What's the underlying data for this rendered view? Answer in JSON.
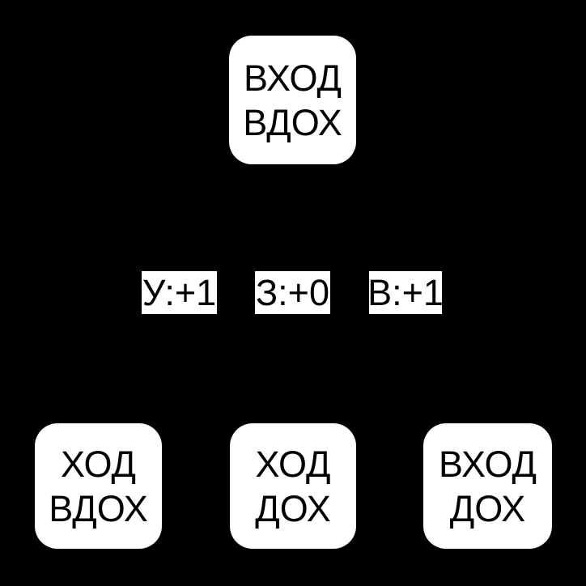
{
  "colors": {
    "background": "#000000",
    "node_fill": "#ffffff",
    "node_text": "#000000"
  },
  "root": {
    "lines": [
      "ВХОД",
      "ВДОХ"
    ]
  },
  "edge_labels": [
    {
      "text": "У:+1"
    },
    {
      "text": "З:+0"
    },
    {
      "text": "В:+1"
    }
  ],
  "children": [
    {
      "lines": [
        "ХОД",
        "ВДОХ"
      ]
    },
    {
      "lines": [
        "ХОД",
        "ДОХ"
      ]
    },
    {
      "lines": [
        "ВХОД",
        "ДОХ"
      ]
    }
  ]
}
